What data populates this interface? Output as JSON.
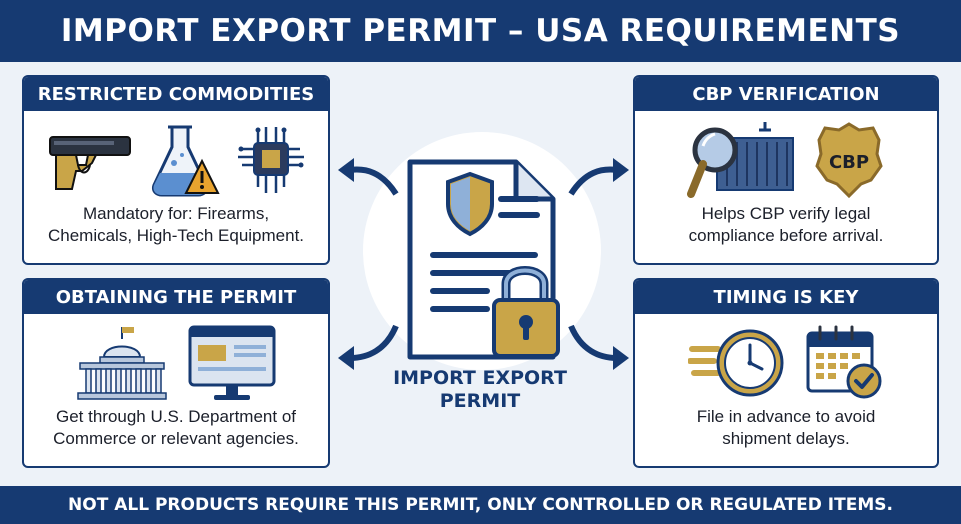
{
  "title": "IMPORT EXPORT PERMIT – USA REQUIREMENTS",
  "footer": "NOT ALL PRODUCTS REQUIRE THIS PERMIT, ONLY CONTROLLED OR REGULATED ITEMS.",
  "center": {
    "label_line1": "IMPORT EXPORT",
    "label_line2": "PERMIT"
  },
  "cards": {
    "restricted": {
      "title": "RESTRICTED COMMODITIES",
      "line1": "Mandatory for: Firearms,",
      "line2": "Chemicals, High-Tech Equipment.",
      "icons": [
        "handgun-icon",
        "chemical-flask-warning-icon",
        "microchip-icon"
      ]
    },
    "cbp": {
      "title": "CBP VERIFICATION",
      "line1": "Helps CBP verify legal",
      "line2": "compliance before arrival.",
      "badge_text": "CBP",
      "icons": [
        "magnifier-container-icon",
        "cbp-badge-icon"
      ]
    },
    "obtaining": {
      "title": "OBTAINING THE PERMIT",
      "line1": "Get through U.S. Department of",
      "line2": "Commerce or relevant agencies.",
      "icons": [
        "government-building-icon",
        "computer-monitor-icon"
      ]
    },
    "timing": {
      "title": "TIMING IS KEY",
      "line1": "File in advance to avoid",
      "line2": "shipment delays.",
      "icons": [
        "fast-clock-icon",
        "calendar-check-icon"
      ]
    }
  },
  "colors": {
    "navy": "#163a72",
    "gold": "#c9a548",
    "light_blue": "#8fb0d8",
    "background": "#edf2f8"
  }
}
